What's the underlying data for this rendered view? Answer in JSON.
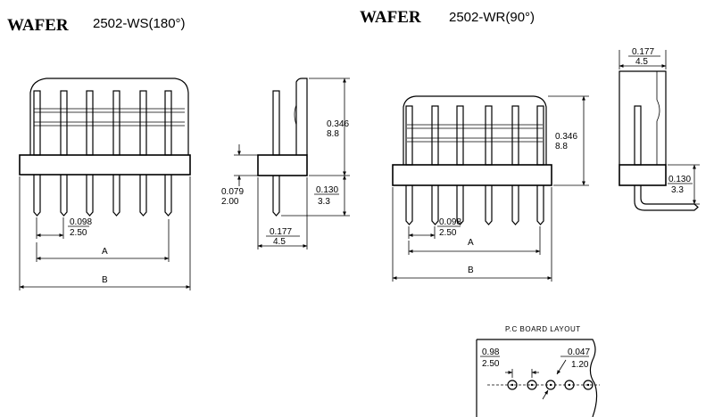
{
  "left_drawing": {
    "brand": "WAFER",
    "model": "2502-WS(180°)",
    "dims": {
      "height_in": "0.346",
      "height_mm": "8.8",
      "side_in": "0.079",
      "side_mm": "2.00",
      "tail_in": "0.130",
      "tail_mm": "3.3",
      "depth_in": "0.177",
      "depth_mm": "4.5",
      "pitch_in": "0.098",
      "pitch_mm": "2.50",
      "label_a": "A",
      "label_b": "B"
    }
  },
  "right_drawing": {
    "brand": "WAFER",
    "model": "2502-WR(90°)",
    "dims": {
      "depth_in": "0.177",
      "depth_mm": "4.5",
      "height_in": "0.346",
      "height_mm": "8.8",
      "tail_in": "0.130",
      "tail_mm": "3.3",
      "pitch_in": "0.098",
      "pitch_mm": "2.50",
      "label_a": "A",
      "label_b": "B"
    }
  },
  "pcb_layout": {
    "title": "P.C BOARD LAYOUT",
    "pitch_in": "0.98",
    "pitch_mm": "2.50",
    "hole_in": "0.047",
    "hole_mm": "1.20"
  }
}
